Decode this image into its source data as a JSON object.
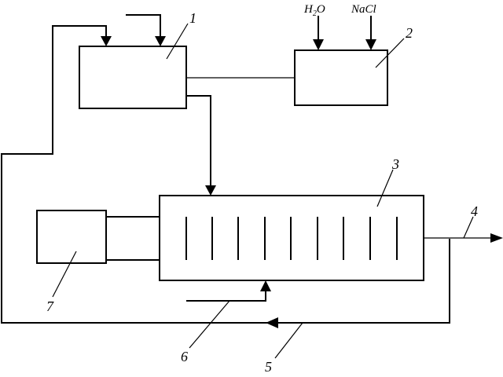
{
  "diagram": {
    "inputs": {
      "water": {
        "base": "H",
        "sub": "2",
        "tail": "O"
      },
      "salt": "NaCl"
    },
    "labels": {
      "n1": "1",
      "n2": "2",
      "n3": "3",
      "n4": "4",
      "n5": "5",
      "n6": "6",
      "n7": "7"
    }
  }
}
